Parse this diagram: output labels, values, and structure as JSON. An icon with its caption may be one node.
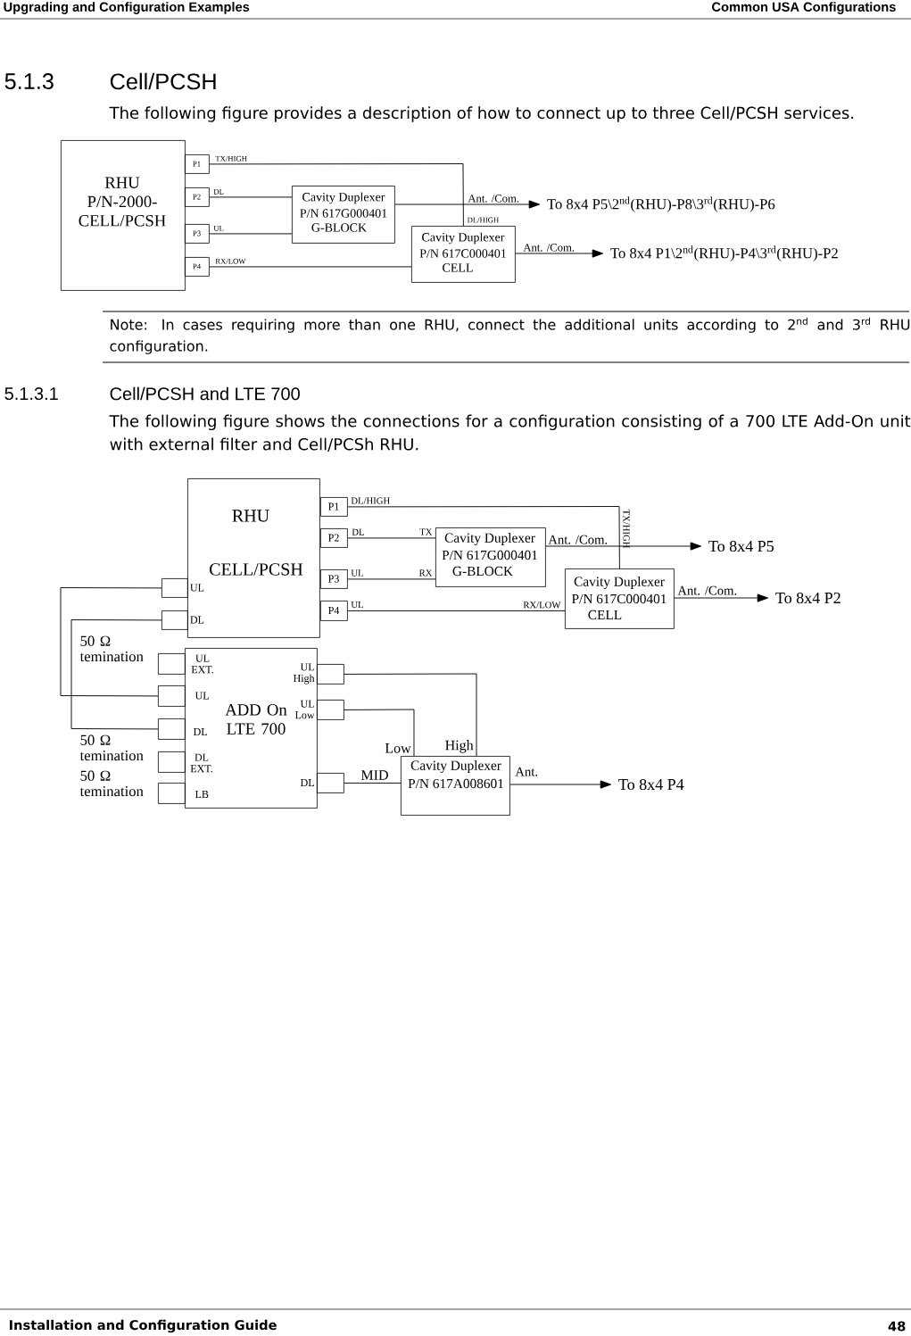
{
  "diagram": {
    "nodes": [
      {
        "text": [
          "RHU P/N-2000-CELL/PCSH"
        ]
      },
      {
        "text": [
          "P1"
        ]
      },
      {
        "text": [
          "P2"
        ]
      },
      {
        "text": [
          "P3"
        ]
      },
      {
        "text": [
          "P4"
        ]
      },
      {
        "text": [
          "Cavity Duplexer",
          "P/N 617G000401",
          "G-BLOCK"
        ]
      },
      {
        "text": [
          "Cavity Duplexer",
          "P/N 617C000401",
          "CELL"
        ]
      },
      {
        "text": [
          "To 8x4 P5\\2$^{nd}$(RHU)-P8\\3$^{rd}$(RHU)-P6"
        ]
      },
      {
        "text": [
          "To 8x4 P1\\2$^{nd}$(RHU)-P4\\3$^{rd}$(RHU)-P2"
        ]
      },
      {
        "text": [
          "RHU",
          "CELL/PCSH"
        ]
      },
      {
        "text": [
          "P1"
        ]
      },
      {
        "text": [
          "P2"
        ]
      },
      {
        "text": [
          "P3"
        ]
      },
      {
        "text": [
          "P4"
        ]
      },
      {
        "text": [
          "Cavity Duplexer",
          "P/N 617G000401",
          "G-BLOCK"
        ]
      },
      {
        "text": [
          "Cavity Duplexer",
          "P/N 617C000401",
          "CELL"
        ]
      },
      {
        "text": [
          "To 8x4 P5"
        ]
      },
      {
        "text": [
          "To 8x4 P2"
        ]
      },
      {
        "text": [],
        "shape": "box",
        "beside": [
          "UL"
        ]
      },
      {
        "text": [],
        "shape": "box",
        "beside": [
          "DL"
        ]
      },
      {
        "text": [
          "ADD On LTE 700"
        ]
      },
      {
        "text": [],
        "shape": "box",
        "beside": [
          "UL EXT."
        ]
      },
      {
        "text": [],
        "shape": "box"
      },
      {
        "text": [],
        "shape": "box"
      },
      {
        "text": [],
        "shape": "box",
        "beside": [
          "DL EXT."
        ]
      },
      {
        "text": [],
        "shape": "box"
      },
      {
        "text": [],
        "shape": "box",
        "beside": [
          "UL High"
        ]
      },
      {
        "text": [],
        "shape": "box",
        "beside": [
          "UL Low"
        ]
      },
      {
        "text": [],
        "shape": "box",
        "beside": [
          "DL"
        ]
      },
      {
        "text": [
          "Cavity Duplexer",
          "P/N 617A008601"
        ]
      },
      {
        "text": [
          "To 8x4 P4"
        ]
      }
    ],
    "edges": [
      {
        "from": 1,
        "to": 6,
        "arrow": "none",
        "label": "TX/HIGH"
      },
      {
        "from": 2,
        "to": 5,
        "arrow": "none",
        "label": "DL"
      },
      {
        "from": 3,
        "to": 5,
        "arrow": "none",
        "label": "UL"
      },
      {
        "from": 4,
        "to": 6,
        "arrow": "none",
        "label": "RX/LOW"
      },
      {
        "from": 5,
        "to": 7,
        "arrow": "to",
        "label": "Ant. /Com."
      },
      {
        "from": 6,
        "to": 8,
        "arrow": "to",
        "label": "Ant. /Com."
      },
      {
        "from": 10,
        "to": 15,
        "arrow": "none",
        "label": "DL/HIGH"
      },
      {
        "from": 11,
        "to": 14,
        "arrow": "none",
        "label": "DL"
      },
      {
        "from": 12,
        "to": 14,
        "arrow": "none",
        "label": "UL"
      },
      {
        "from": 13,
        "to": 15,
        "arrow": "none",
        "label": "UL"
      },
      {
        "from": 14,
        "to": 16,
        "arrow": "to",
        "label": "Ant. /Com."
      },
      {
        "from": 15,
        "to": 17,
        "arrow": "to",
        "label": "Ant. /Com."
      },
      {
        "from": 18,
        "to": 22,
        "arrow": "none"
      },
      {
        "from": 19,
        "to": 23,
        "arrow": "none"
      },
      {
        "from": 26,
        "to": 29,
        "arrow": "none",
        "label": "High"
      },
      {
        "from": 27,
        "to": 29,
        "arrow": "none",
        "label": "Low"
      },
      {
        "from": 28,
        "to": 29,
        "arrow": "none",
        "label": "MID"
      },
      {
        "from": 29,
        "to": 30,
        "arrow": "to",
        "label": "Ant."
      }
    ],
    "labels": [
      "Upgrading and Configuration Examples",
      "Common USA Configurations",
      "5.1.3",
      "Cell/PCSH",
      "The following figure provides a description of how to connect up to three Cell/PCSH services.",
      "DL/HIGH",
      "Note: In cases requiring more than one RHU, connect the additional units according to 2$^{nd}$ and 3$^{rd}$ RHU configuration.",
      "5.1.3.1",
      "Cell/PCSH and LTE 700",
      "The following figure shows the connections for a configuration consisting of a 700 LTE Add-On unit with external filter and Cell/PCSh RHU.",
      "TX/HIGH",
      "TX",
      "RX",
      "RX/LOW",
      "UL",
      "DL",
      "LB",
      "50 Ω temination",
      "50 Ω temination",
      "50 Ω temination",
      "Installation and Configuration Guide",
      "48"
    ]
  }
}
